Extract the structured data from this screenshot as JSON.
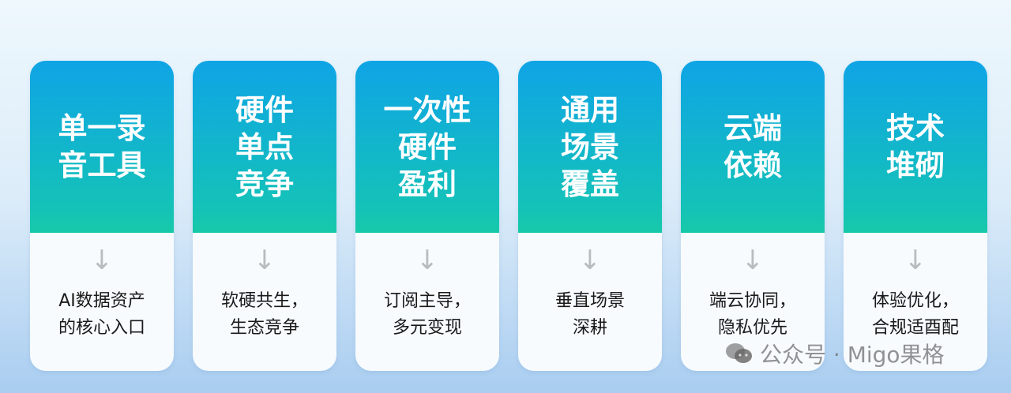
{
  "cards": [
    {
      "title": "单一录\n音工具",
      "desc": "AI数据资产\n的核心入口"
    },
    {
      "title": "硬件\n单点\n竞争",
      "desc": "软硬共生，\n生态竞争"
    },
    {
      "title": "一次性\n硬件\n盈利",
      "desc": "订阅主导，\n多元变现"
    },
    {
      "title": "通用\n场景\n覆盖",
      "desc": "垂直场景\n深耕"
    },
    {
      "title": "云端\n依赖",
      "desc": "端云协同，\n隐私优先"
    },
    {
      "title": "技术\n堆砌",
      "desc": "体验优化，\n合规适酉配"
    }
  ],
  "watermark": "公众号 · Migo果格"
}
